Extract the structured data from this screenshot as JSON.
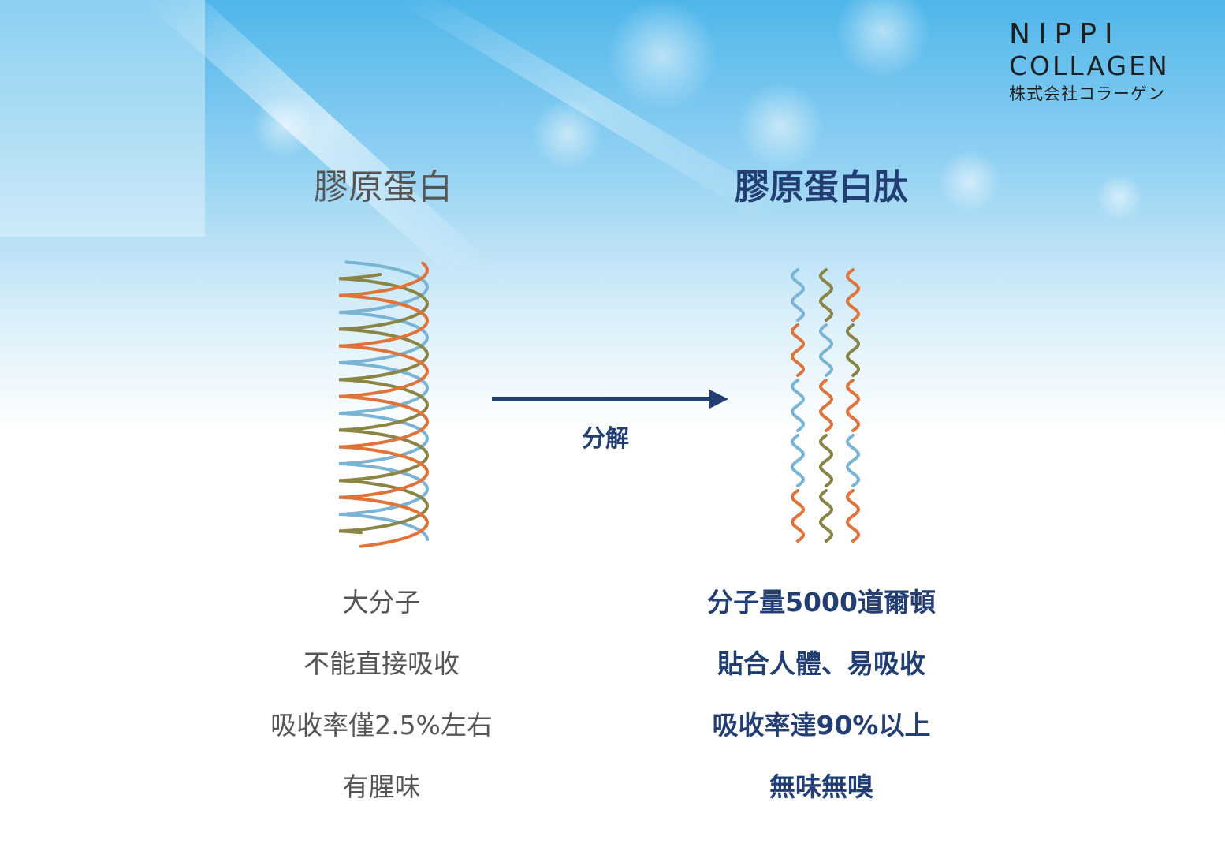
{
  "logo": {
    "line1": "NIPPI",
    "line2": "COLLAGEN",
    "line3": "株式会社コラーゲン"
  },
  "left": {
    "title": "膠原蛋白",
    "items": [
      "大分子",
      "不能直接吸收",
      "吸收率僅2.5%左右",
      "有腥味"
    ]
  },
  "right": {
    "title": "膠原蛋白肽",
    "items": [
      "分子量5000道爾頓",
      "貼合人體、易吸收",
      "吸收率達90%以上",
      "無味無嗅"
    ]
  },
  "arrow": {
    "label": "分解"
  },
  "colors": {
    "strand_orange": "#e0733a",
    "strand_olive": "#8a8445",
    "strand_blue": "#7ab4d4",
    "accent_navy": "#223e72",
    "text_gray": "#555555"
  }
}
